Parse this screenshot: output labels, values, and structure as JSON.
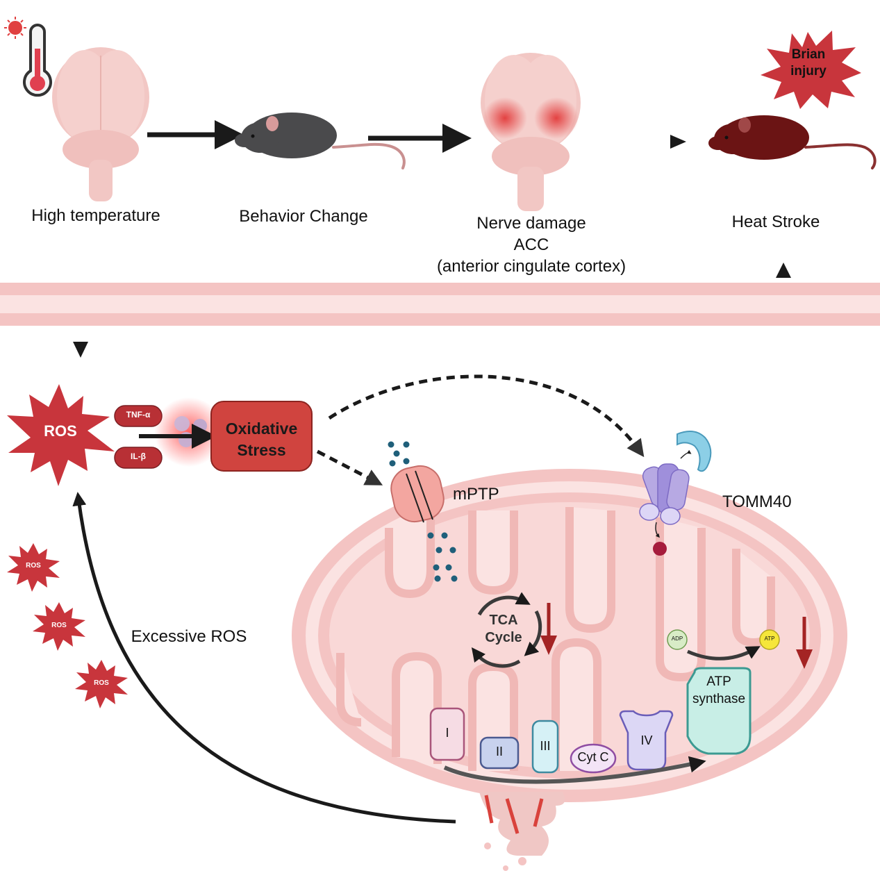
{
  "top": {
    "stage1": "High temperature",
    "stage2": "Behavior Change",
    "stage3_line1": "Nerve damage",
    "stage3_line2": "ACC",
    "stage3_line3": "(anterior cingulate cortex)",
    "stage4": "Heat Stroke",
    "injury_line1": "Brian",
    "injury_line2": "injury"
  },
  "left": {
    "ros_main": "ROS",
    "cytokine1": "TNF-α",
    "cytokine2": "IL-β",
    "oxidative_line1": "Oxidative",
    "oxidative_line2": "Stress",
    "ros_small": [
      "ROS",
      "ROS",
      "ROS"
    ],
    "excessive_ros": "Excessive ROS"
  },
  "mito": {
    "mptp": "mPTP",
    "tomm40": "TOMM40",
    "tca_line1": "TCA",
    "tca_line2": "Cycle",
    "adp": "ADP",
    "atp": "ATP",
    "atp_synthase_line1": "ATP",
    "atp_synthase_line2": "synthase",
    "complex_I": "I",
    "complex_II": "II",
    "complex_III": "III",
    "cyt_c": "Cyt C",
    "complex_IV": "IV"
  },
  "colors": {
    "ros_red": "#c8353c",
    "membrane_pink": "#f4c4c3",
    "mito_fill": "#f9d8d7",
    "arrow_black": "#1a1a1a",
    "down_arrow": "#a42424"
  }
}
